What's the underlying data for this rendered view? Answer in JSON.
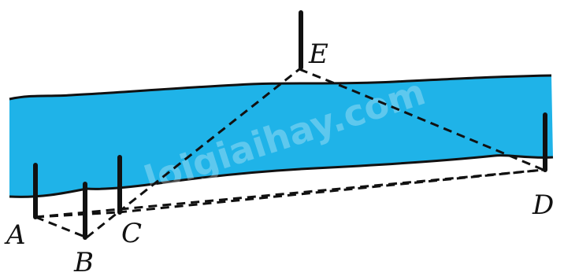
{
  "colors": {
    "river": "#1fb3e8",
    "ink": "#111111",
    "background": "#ffffff"
  },
  "points": {
    "A": "A",
    "B": "B",
    "C": "C",
    "D": "D",
    "E": "E"
  },
  "watermark": "loigiaihay.com"
}
